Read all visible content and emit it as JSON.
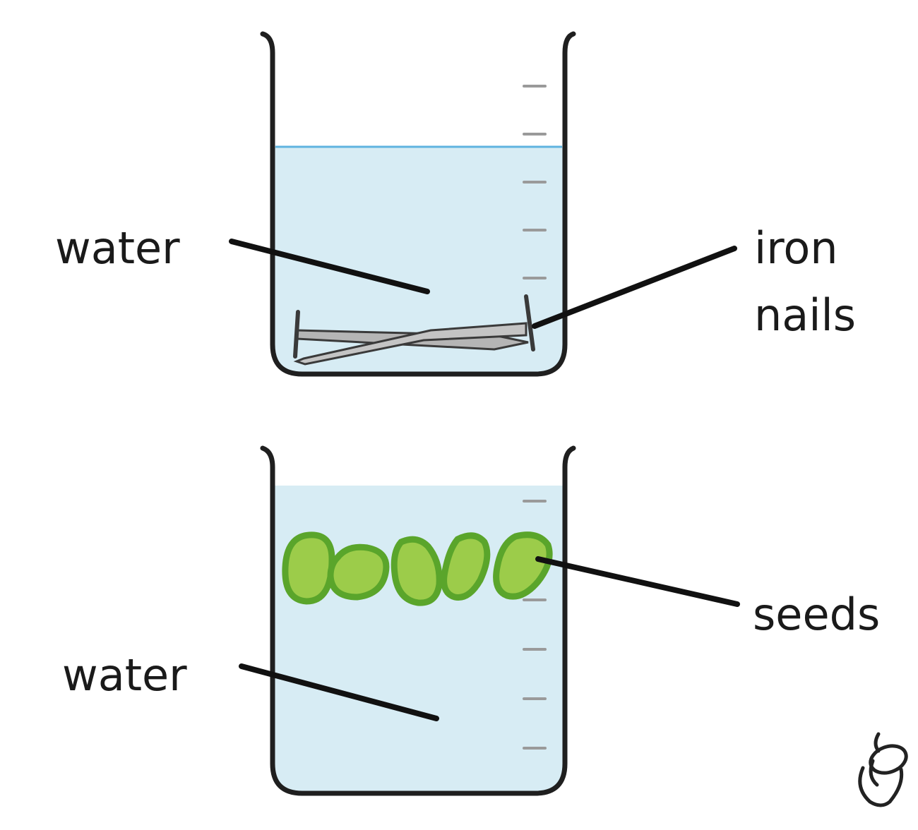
{
  "labels": {
    "top_water": "water",
    "iron": "iron",
    "nails": "nails",
    "seeds": "seeds",
    "bottom_water": "water"
  },
  "colors": {
    "water_fill": "#d7ecf4",
    "water_surface": "#5fb3e0",
    "outline": "#1f1f1f",
    "tick": "#9a9a9a",
    "seed_fill": "#9ccc4a",
    "seed_edge": "#5aa52b",
    "nail_fill": "#b5b5b5"
  },
  "icons": {
    "logo": "acorn-icon"
  }
}
